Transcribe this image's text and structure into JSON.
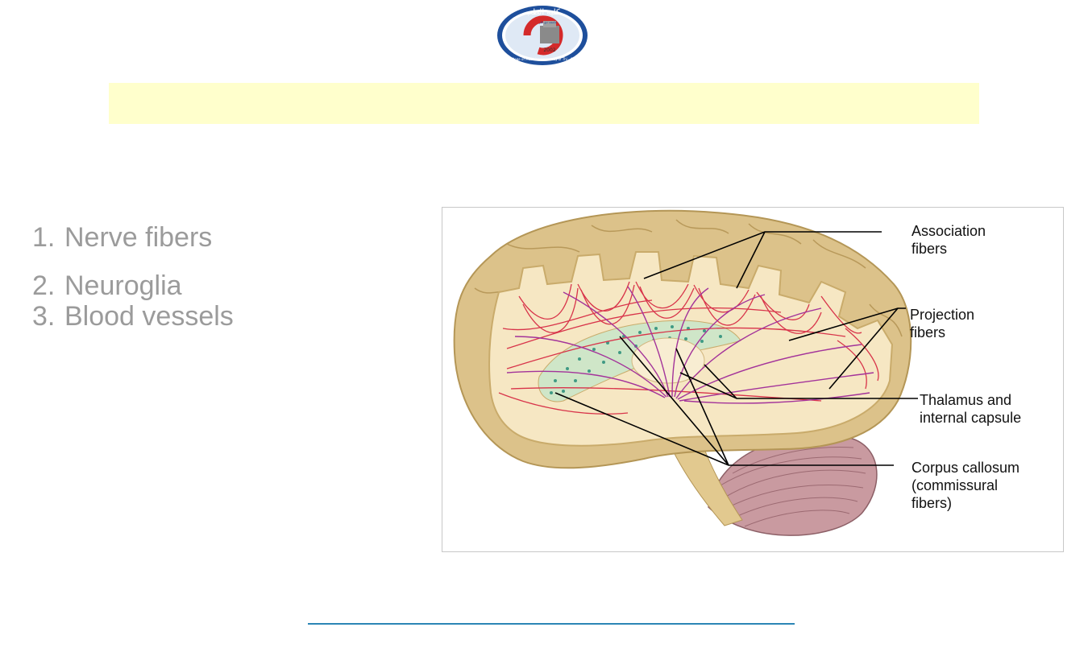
{
  "logo": {
    "arabic_text": "كلية الطب",
    "ring_text": "College of Medicine University of Thi - Qar",
    "center_text": "جامعة ذي قار",
    "year": "2002"
  },
  "list": {
    "items": [
      {
        "num": "1.",
        "text": "Nerve fibers"
      },
      {
        "num": "2.",
        "text": "Neuroglia"
      },
      {
        "num": "3.",
        "text": "Blood vessels"
      }
    ]
  },
  "figure": {
    "labels": {
      "association": "Association\nfibers",
      "projection": "Projection\nfibers",
      "thalamus": "Thalamus and\ninternal capsule",
      "corpus": "Corpus callosum\n(commissural\nfibers)"
    }
  },
  "colors": {
    "title_band": "#ffffcc",
    "list_text": "#9b9b9b",
    "cortex": "#dcc28a",
    "white_matter": "#f6e7c3",
    "red_fibers": "#d8344a",
    "purple_fibers": "#a3339a",
    "cerebellum": "#c99aa0",
    "footer_line": "#2c86b5"
  }
}
